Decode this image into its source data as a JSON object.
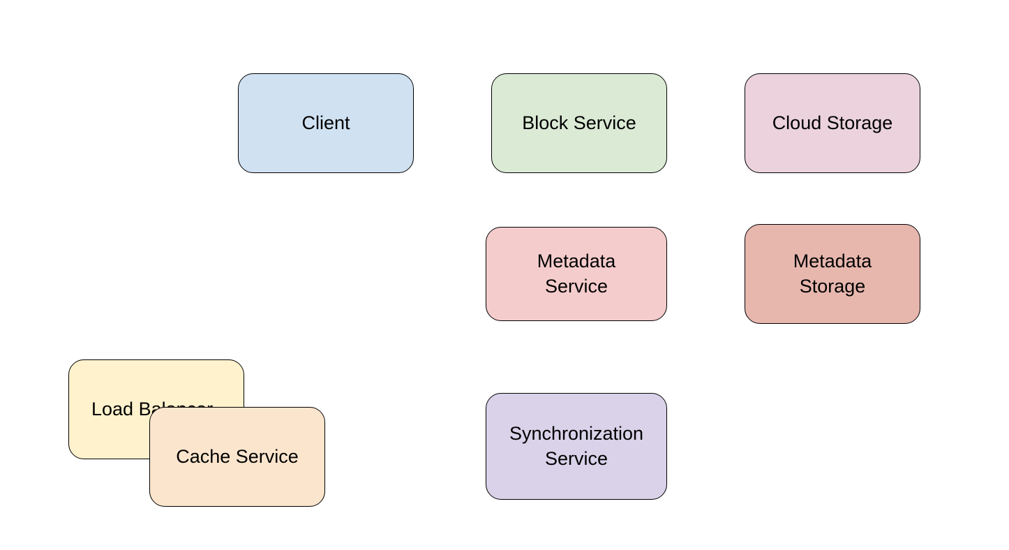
{
  "nodes": {
    "client": {
      "label": "Client",
      "fill": "#d0e1f2"
    },
    "block_service": {
      "label": "Block Service",
      "fill": "#dbead5"
    },
    "cloud_storage": {
      "label": "Cloud Storage",
      "fill": "#ebd2dc"
    },
    "metadata_service": {
      "line1": "Metadata",
      "line2": "Service",
      "fill": "#f5cccc"
    },
    "metadata_storage": {
      "line1": "Metadata",
      "line2": "Storage",
      "fill": "#e7b7ae"
    },
    "load_balancer": {
      "label": "Load Balancer",
      "fill": "#fff2cc"
    },
    "cache_service": {
      "label": "Cache Service",
      "fill": "#fce5cd"
    },
    "synchronization_service": {
      "line1": "Synchronization",
      "line2": "Service",
      "fill": "#d9d2e9"
    }
  }
}
